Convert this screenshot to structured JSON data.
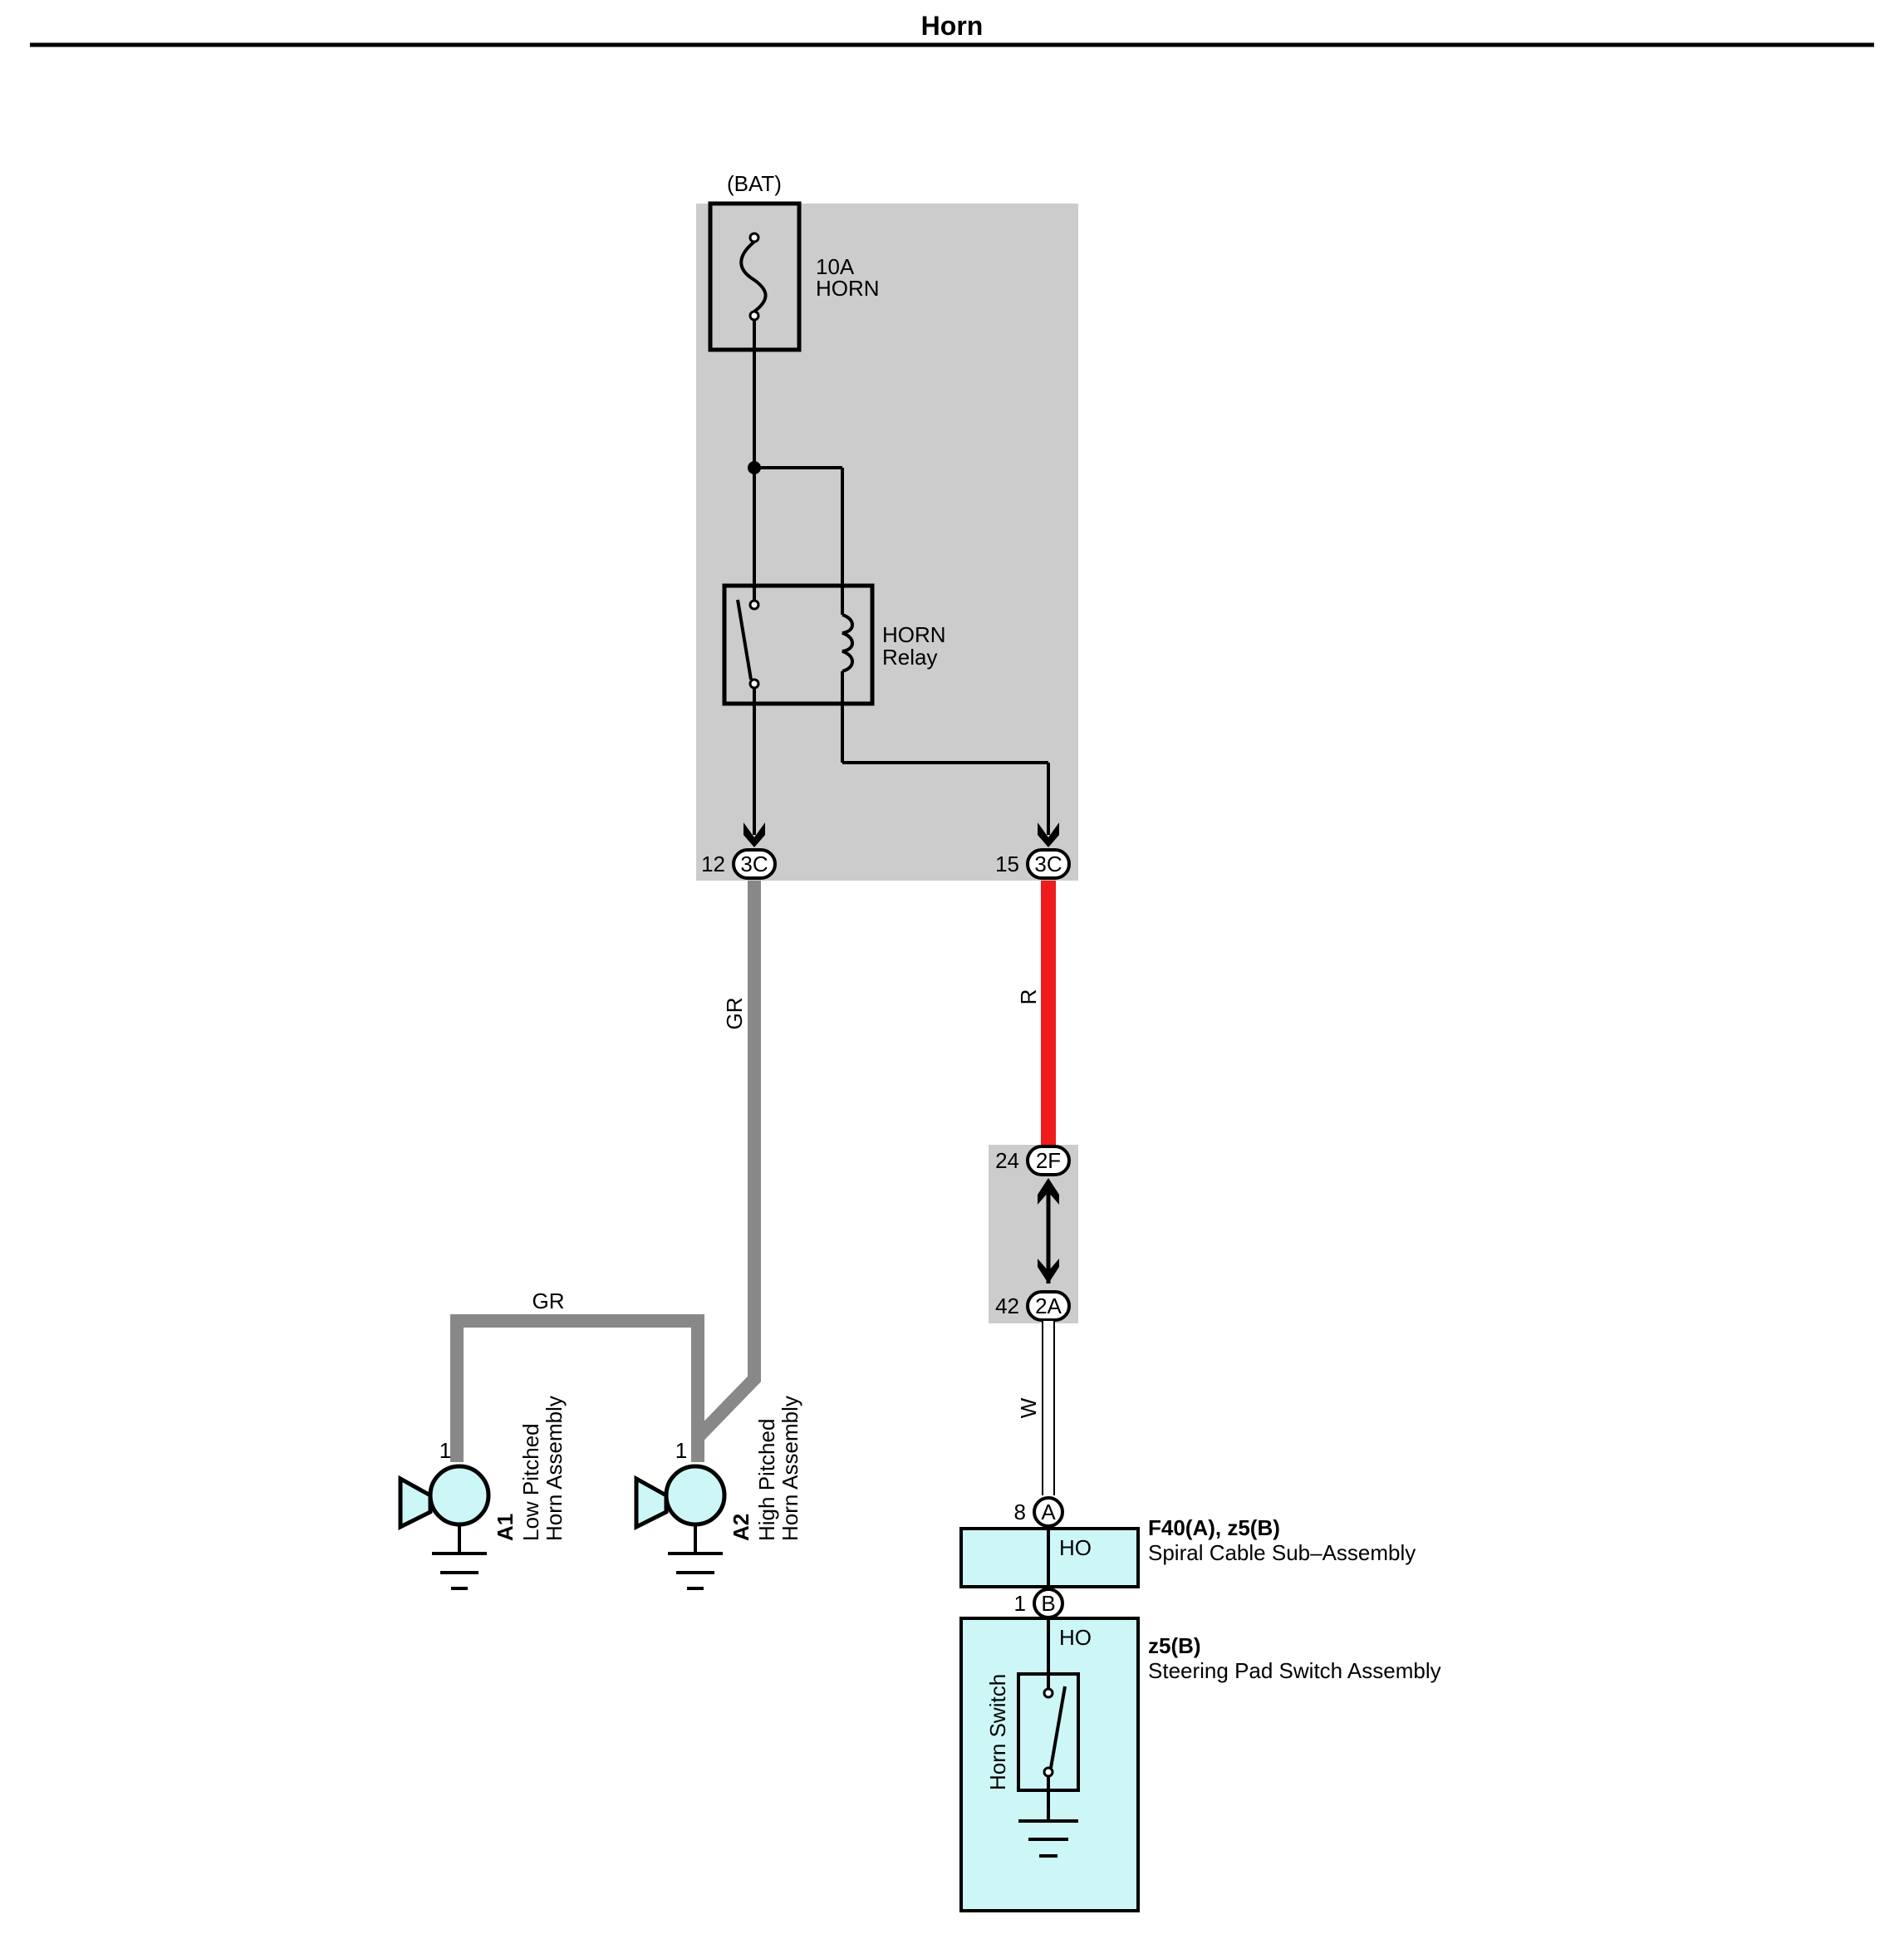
{
  "title": "Horn",
  "power_source": "(BAT)",
  "fuse": {
    "rating": "10A",
    "name": "HORN"
  },
  "relay": {
    "line1": "HORN",
    "line2": "Relay"
  },
  "junction_block_pins": [
    {
      "pin": "12",
      "connector": "3C"
    },
    {
      "pin": "15",
      "connector": "3C"
    }
  ],
  "wires": {
    "gr_vertical": "GR",
    "gr_horizontal": "GR",
    "red": "R",
    "white": "W"
  },
  "wire_colors": {
    "gray": "#888888",
    "red": "#ee1c1c",
    "white": "#ffffff",
    "component_fill": "#cdf6f7",
    "junction_fill": "#cccccc"
  },
  "inline_connectors": [
    {
      "pin": "24",
      "connector": "2F"
    },
    {
      "pin": "42",
      "connector": "2A"
    }
  ],
  "horns": [
    {
      "pin": "1",
      "id": "A1",
      "line1": "Low Pitched",
      "line2": "Horn Assembly"
    },
    {
      "pin": "1",
      "id": "A2",
      "line1": "High Pitched",
      "line2": "Horn Assembly"
    }
  ],
  "spiral_cable": {
    "pin_in": "8",
    "connector_in": "A",
    "terminal": "HO",
    "ref": "F40(A), z5(B)",
    "name": "Spiral Cable Sub–Assembly",
    "pin_out": "1",
    "connector_out": "B"
  },
  "steering_pad": {
    "terminal": "HO",
    "ref": "z5(B)",
    "name": "Steering Pad Switch Assembly",
    "switch_label": "Horn Switch"
  }
}
